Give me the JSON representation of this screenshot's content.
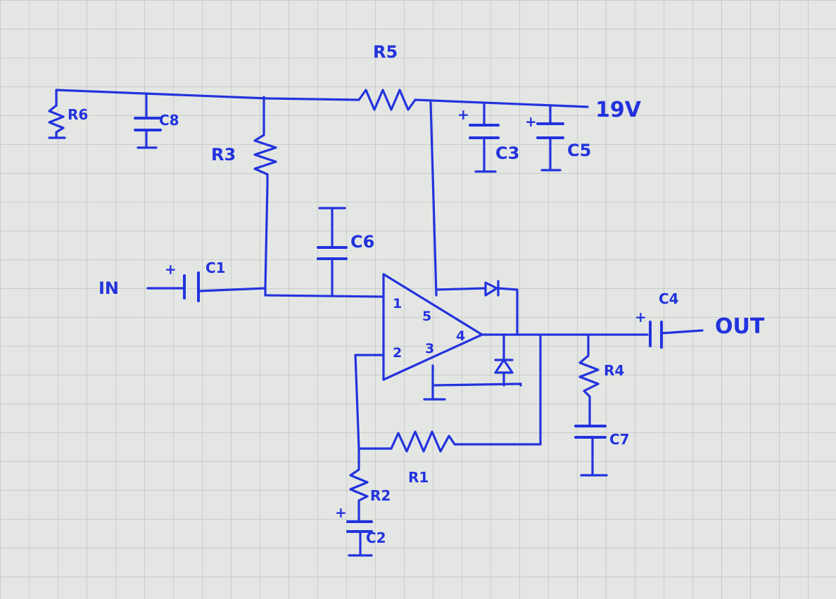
{
  "style": {
    "ink": "#2233dd",
    "paper": "#e4e6e4",
    "grid": "#b9bcb9"
  },
  "labels": {
    "r1": "R1",
    "r2": "R2",
    "r3": "R3",
    "r4": "R4",
    "r5": "R5",
    "r6": "R6",
    "c1": "C1",
    "c2": "C2",
    "c3": "C3",
    "c4": "C4",
    "c5": "C5",
    "c6": "C6",
    "c7": "C7",
    "c8": "C8",
    "supply": "19V",
    "input": "IN",
    "output": "OUT",
    "plus": "+"
  },
  "opamp_pins": {
    "p1": "1",
    "p2": "2",
    "p3": "3",
    "p4": "4",
    "p5": "5"
  }
}
